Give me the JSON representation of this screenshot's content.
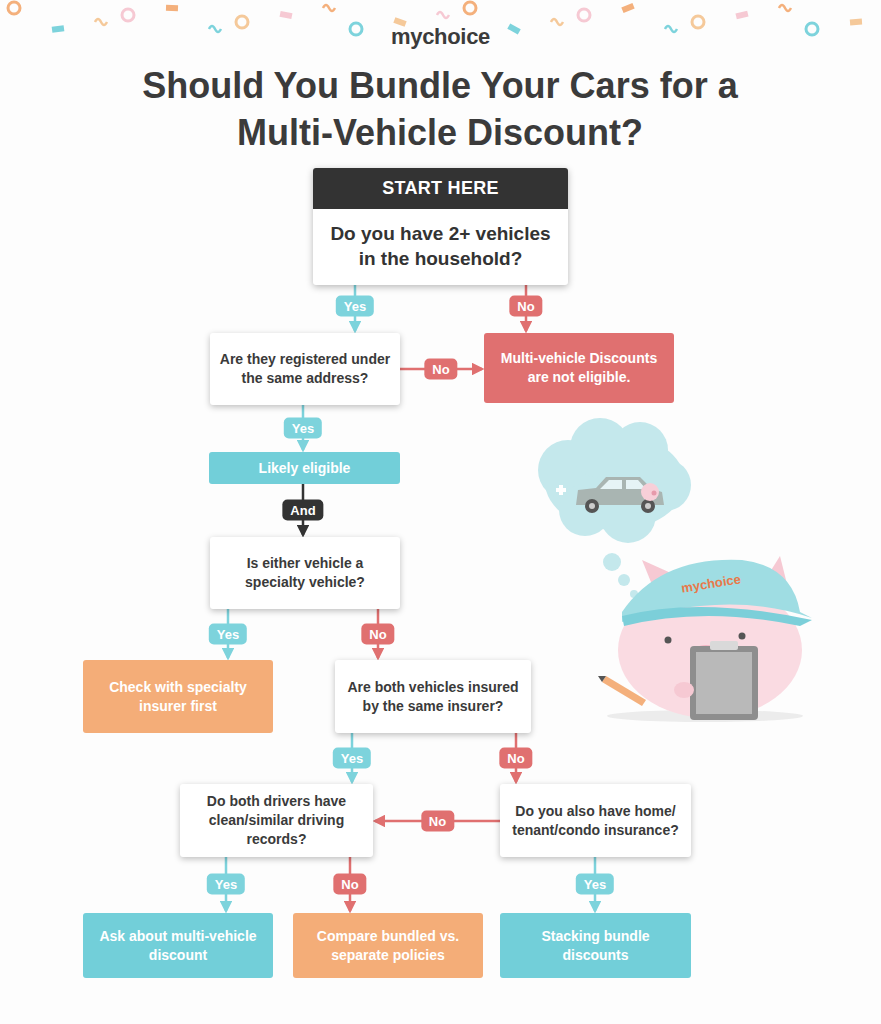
{
  "diagram": {
    "title": "Should You Bundle Your Cars for a Multi-Vehicle Discount?",
    "nodes": [
      {
        "text": [
          "START HERE",
          "Do you have 2+ vehicles in the household?"
        ]
      },
      {
        "text": [
          "Are they registered under the same address?"
        ]
      },
      {
        "text": [
          "Multi-vehicle Discounts are not eligible."
        ]
      },
      {
        "text": [
          "Likely eligible"
        ]
      },
      {
        "text": [
          "Is either vehicle a specialty vehicle?"
        ]
      },
      {
        "text": [
          "Check with specialty insurer first"
        ]
      },
      {
        "text": [
          "Are both vehicles insured by the same insurer?"
        ]
      },
      {
        "text": [
          "Do both drivers have clean/similar driving records?"
        ]
      },
      {
        "text": [
          "Do you also have home/ tenant/condo insurance?"
        ]
      },
      {
        "text": [
          "Ask about multi-vehicle discount"
        ]
      },
      {
        "text": [
          "Compare bundled vs. separate policies"
        ]
      },
      {
        "text": [
          "Stacking bundle discounts"
        ]
      }
    ],
    "edges": [
      {
        "from": 0,
        "to": 1,
        "arrow": "to",
        "label": "Yes"
      },
      {
        "from": 0,
        "to": 2,
        "arrow": "to",
        "label": "No"
      },
      {
        "from": 1,
        "to": 2,
        "arrow": "to",
        "label": "No"
      },
      {
        "from": 1,
        "to": 3,
        "arrow": "to",
        "label": "Yes"
      },
      {
        "from": 3,
        "to": 4,
        "arrow": "to",
        "label": "And"
      },
      {
        "from": 4,
        "to": 5,
        "arrow": "to",
        "label": "Yes"
      },
      {
        "from": 4,
        "to": 6,
        "arrow": "to",
        "label": "No"
      },
      {
        "from": 6,
        "to": 7,
        "arrow": "to",
        "label": "Yes"
      },
      {
        "from": 6,
        "to": 8,
        "arrow": "to",
        "label": "No"
      },
      {
        "from": 8,
        "to": 7,
        "arrow": "to",
        "label": "No"
      },
      {
        "from": 8,
        "to": 11,
        "arrow": "to",
        "label": "Yes"
      },
      {
        "from": 7,
        "to": 9,
        "arrow": "to",
        "label": "Yes"
      },
      {
        "from": 7,
        "to": 10,
        "arrow": "to",
        "label": "No"
      }
    ],
    "labels": [
      "mychoice",
      "mychoice"
    ]
  }
}
